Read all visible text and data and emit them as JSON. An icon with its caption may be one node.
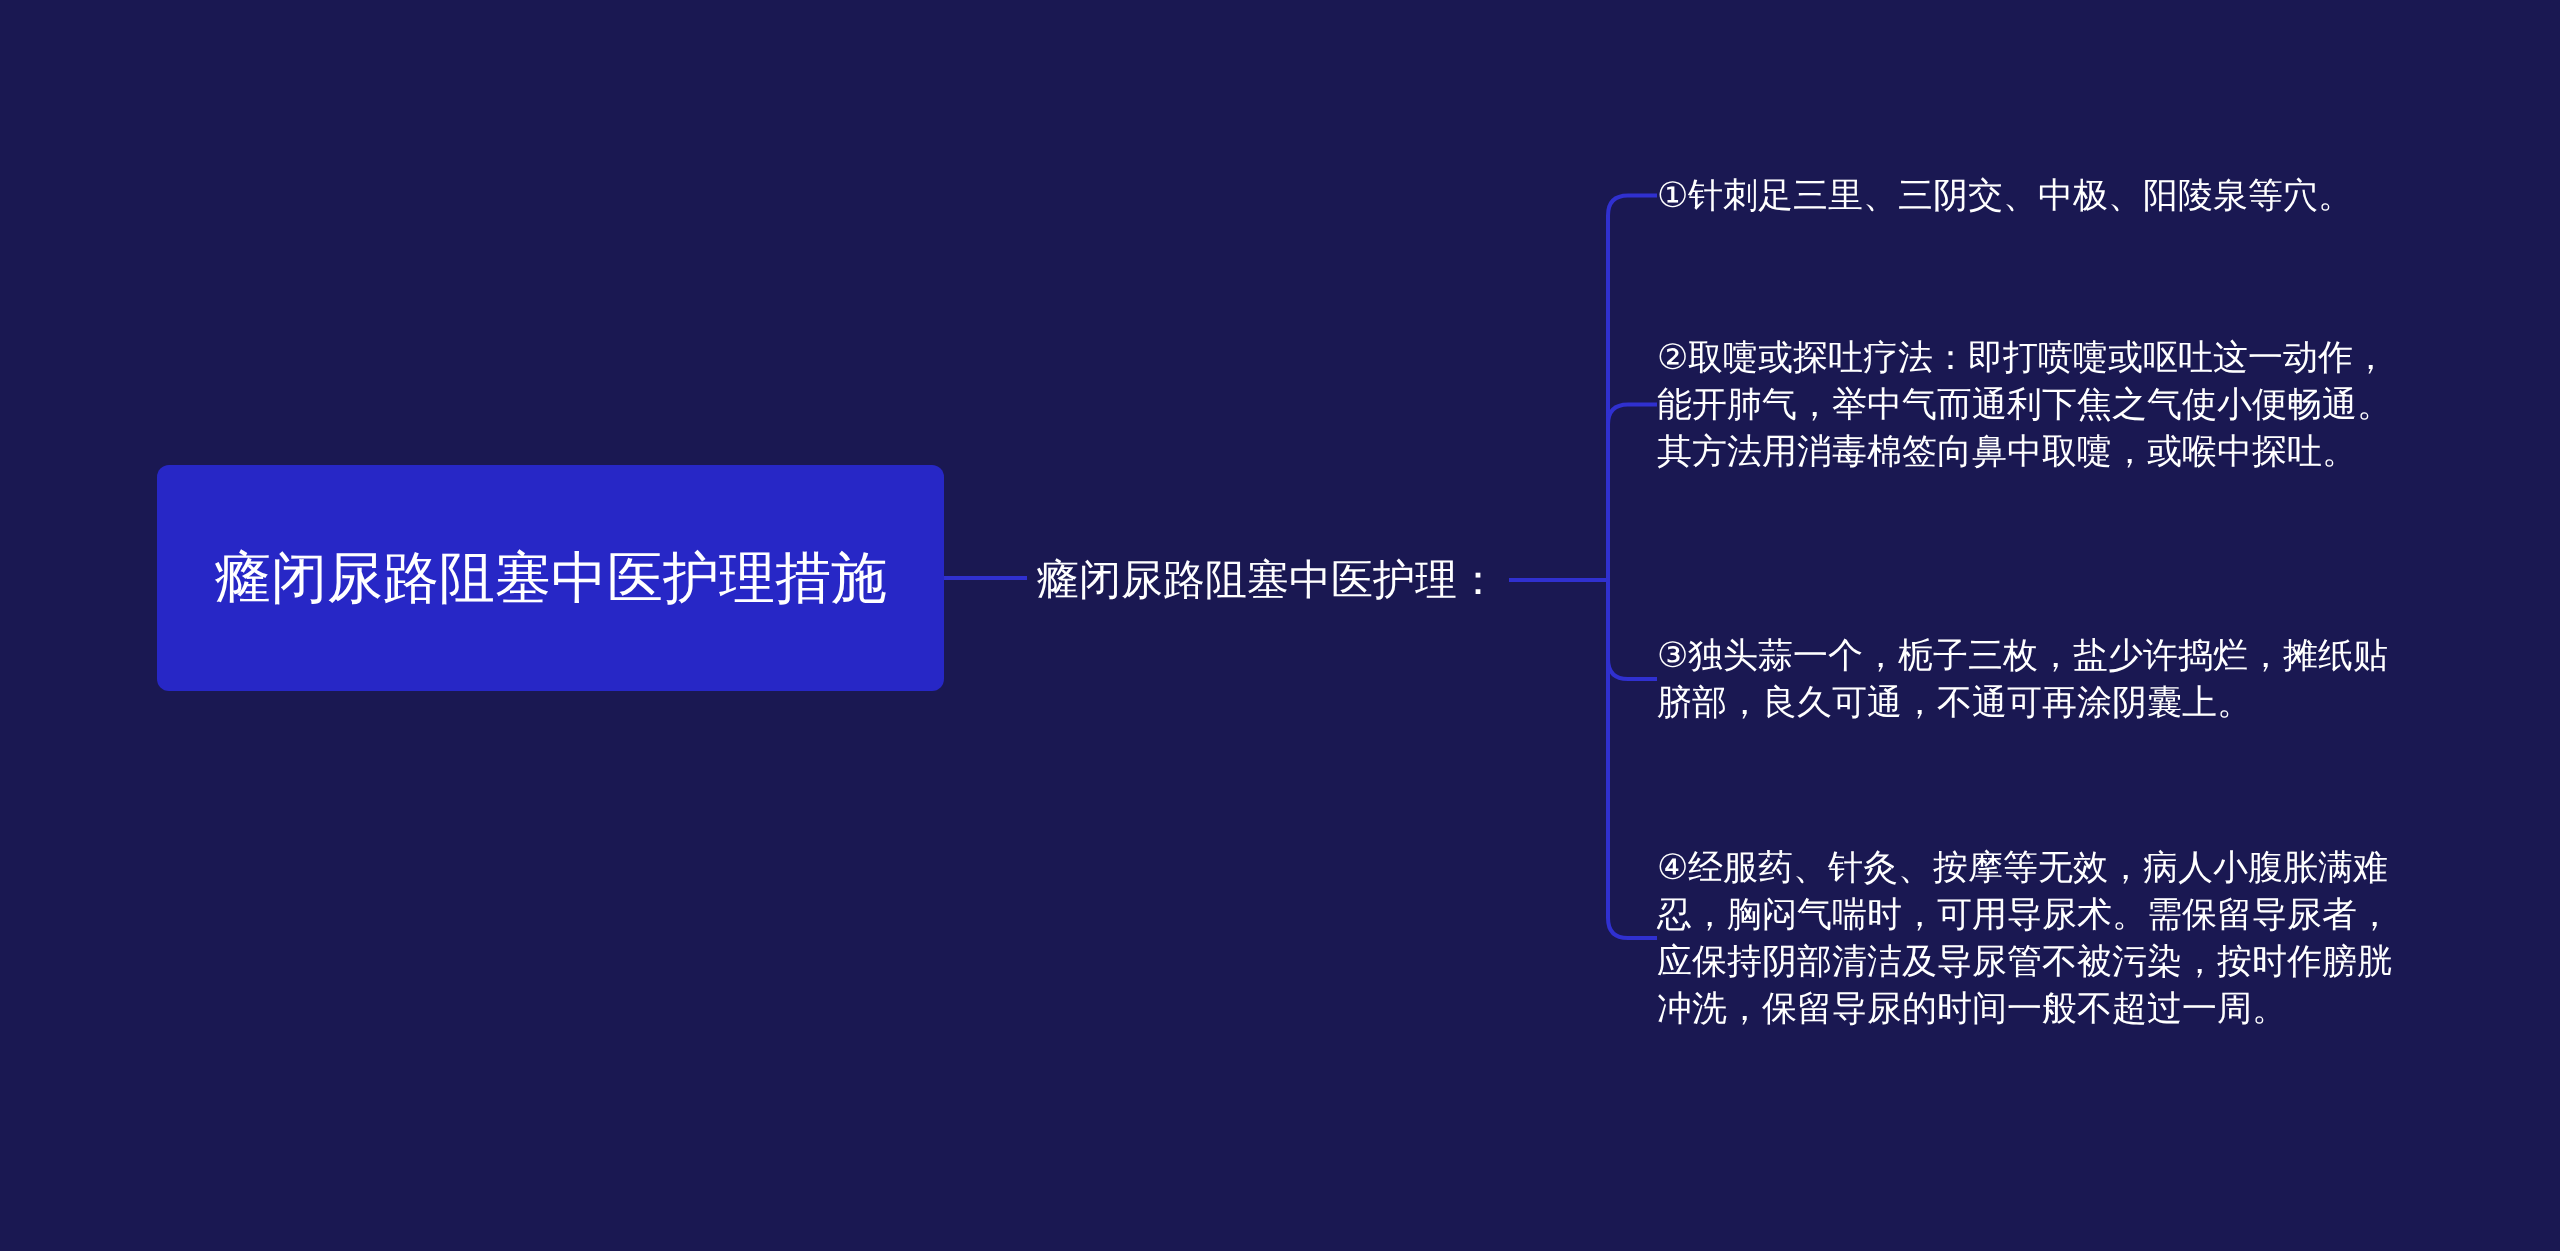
{
  "diagram": {
    "nodes": [
      {
        "text": [
          "癃闭尿路阻塞中医护理措施"
        ]
      },
      {
        "text": [
          "癃闭尿路阻塞中医护理："
        ]
      },
      {
        "text": [
          "①针刺足三里、三阴交、中极、阳陵泉等穴。"
        ]
      },
      {
        "text": [
          "②取嚏或探吐疗法：即打喷嚏或呕吐这一动作，能开肺气，举中气而通利下焦之气使小便畅通。其方法用消毒棉签向鼻中取嚏，或喉中探吐。"
        ]
      },
      {
        "text": [
          "③独头蒜一个，栀子三枚，盐少许捣烂，摊纸贴脐部，良久可通，不通可再涂阴囊上。"
        ]
      },
      {
        "text": [
          "④经服药、针灸、按摩等无效，病人小腹胀满难忍，胸闷气喘时，可用导尿术。需保留导尿者，应保持阴部清洁及导尿管不被污染，按时作膀胱冲洗，保留导尿的时间一般不超过一周。"
        ]
      }
    ],
    "edges": [
      {
        "from": 0,
        "to": 1,
        "arrow": "none"
      },
      {
        "from": 1,
        "to": 2,
        "arrow": "none"
      },
      {
        "from": 1,
        "to": 3,
        "arrow": "none"
      },
      {
        "from": 1,
        "to": 4,
        "arrow": "none"
      },
      {
        "from": 1,
        "to": 5,
        "arrow": "none"
      }
    ]
  }
}
